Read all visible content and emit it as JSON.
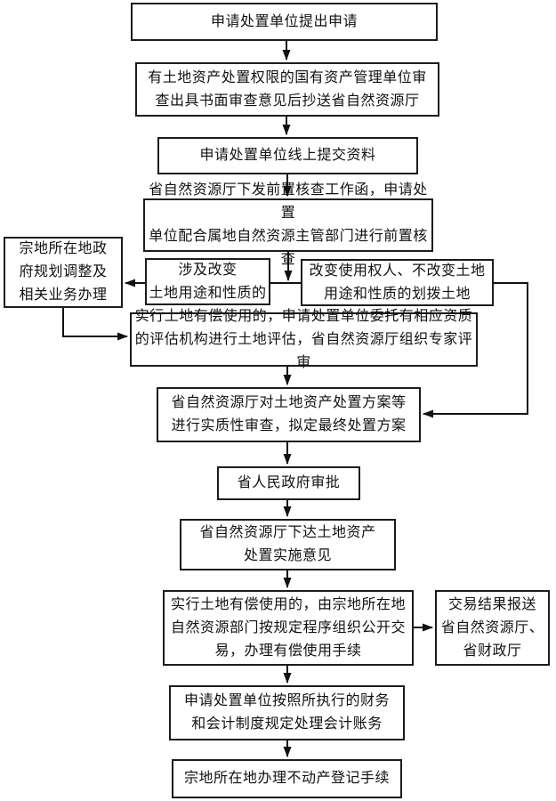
{
  "diagram_type": "flowchart",
  "language": "zh-CN",
  "colors": {
    "background": "#ffffff",
    "line": "#111111",
    "box_border": "#1c1c1c",
    "text": "#111111"
  },
  "nodes": {
    "apply": {
      "text": "申请处置单位提出申请"
    },
    "review": {
      "text": "有土地资产处置权限的国有资产管理单位审\n查出具书面审查意见后抄送省自然资源厅"
    },
    "submit": {
      "text": "申请处置单位线上提交资料"
    },
    "precheck": {
      "text": "省自然资源厅下发前置核查工作函，申请处置\n单位配合属地自然资源主管部门进行前置核查"
    },
    "gov_left": {
      "text": "宗地所在地政\n府规划调整及\n相关业务办理"
    },
    "change_use": {
      "text": "涉及改变\n土地用途和性质的"
    },
    "no_change": {
      "text": "改变使用权人、不改变土地\n用途和性质的划拨土地"
    },
    "evaluation": {
      "text": "实行土地有偿使用的，申请处置单位委托有相应资质\n的评估机构进行土地评估，省自然资源厅组织专家评审"
    },
    "substantive": {
      "text": "省自然资源厅对土地资产处置方案等\n进行实质性审查，拟定最终处置方案"
    },
    "approval": {
      "text": "省人民政府审批"
    },
    "issue": {
      "text": "省自然资源厅下达土地资产\n处置实施意见"
    },
    "trade": {
      "text": "实行土地有偿使用的，由宗地所在地\n自然资源部门按规定程序组织公开交\n易，办理有偿使用手续"
    },
    "report": {
      "text": "交易结果报送\n省自然资源厅、\n省财政厅"
    },
    "accounting": {
      "text": "申请处置单位按照所执行的财务\n和会计制度规定处理会计账务"
    },
    "registration": {
      "text": "宗地所在地办理不动产登记手续"
    }
  },
  "edges": [
    {
      "from": "apply",
      "to": "review",
      "type": "arrow"
    },
    {
      "from": "review",
      "to": "submit",
      "type": "arrow"
    },
    {
      "from": "submit",
      "to": "precheck",
      "type": "arrow"
    },
    {
      "from": "precheck",
      "to": "branch-junction",
      "type": "arrow"
    },
    {
      "from": "change_use",
      "to": "no_change",
      "type": "plain-connector"
    },
    {
      "from": "change_use",
      "to": "gov_left",
      "type": "arrow"
    },
    {
      "from": "gov_left",
      "to": "evaluation",
      "type": "arrow"
    },
    {
      "from": "no_change",
      "to": "substantive",
      "type": "arrow"
    },
    {
      "from": "evaluation",
      "to": "substantive",
      "type": "arrow"
    },
    {
      "from": "substantive",
      "to": "approval",
      "type": "arrow"
    },
    {
      "from": "approval",
      "to": "issue",
      "type": "arrow"
    },
    {
      "from": "issue",
      "to": "trade",
      "type": "arrow"
    },
    {
      "from": "trade",
      "to": "report",
      "type": "arrow"
    },
    {
      "from": "trade",
      "to": "accounting",
      "type": "arrow"
    },
    {
      "from": "accounting",
      "to": "registration",
      "type": "arrow"
    }
  ]
}
